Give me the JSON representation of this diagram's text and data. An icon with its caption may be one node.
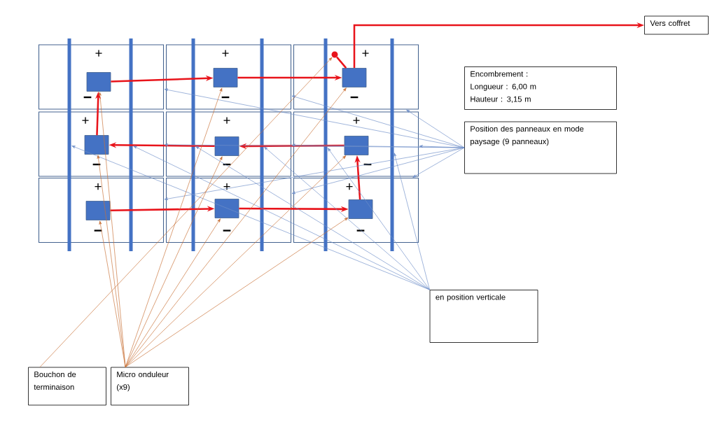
{
  "diagram": {
    "nodes": [
      {
        "text": [
          "+",
          "−"
        ]
      },
      {
        "text": [
          "+",
          "−"
        ]
      },
      {
        "text": [
          "+",
          "−"
        ]
      },
      {
        "text": [
          "+",
          "−"
        ]
      },
      {
        "text": [
          "+",
          "−"
        ]
      },
      {
        "text": [
          "+",
          "−"
        ]
      },
      {
        "text": [
          "+",
          "−"
        ]
      },
      {
        "text": [
          "+",
          "−"
        ]
      },
      {
        "text": [
          "+",
          "−"
        ]
      },
      {
        "text": [],
        "shape": "box",
        "in": 0
      },
      {
        "text": [],
        "shape": "box",
        "in": 1
      },
      {
        "text": [],
        "shape": "box",
        "in": 2
      },
      {
        "text": [],
        "shape": "box",
        "in": 3
      },
      {
        "text": [],
        "shape": "box",
        "in": 4
      },
      {
        "text": [],
        "shape": "box",
        "in": 5
      },
      {
        "text": [],
        "shape": "box",
        "in": 6
      },
      {
        "text": [],
        "shape": "box",
        "in": 7
      },
      {
        "text": [],
        "shape": "box",
        "in": 8
      },
      {
        "text": [],
        "shape": "bar"
      },
      {
        "text": [],
        "shape": "bar"
      },
      {
        "text": [],
        "shape": "bar"
      },
      {
        "text": [],
        "shape": "bar"
      },
      {
        "text": [],
        "shape": "bar"
      },
      {
        "text": [],
        "shape": "bar"
      },
      {
        "text": [],
        "shape": "circle",
        "in": 2
      },
      {
        "text": [
          "Vers coffret"
        ]
      },
      {
        "text": [
          "Encombrement :",
          "Longueur : 6,00 m",
          "Hauteur : 3,15 m"
        ]
      },
      {
        "text": [
          "Position des panneaux en mode paysage (9 panneaux)"
        ]
      },
      {
        "text": [
          "en position verticale"
        ]
      },
      {
        "text": [
          "Bouchon de terminaison"
        ]
      },
      {
        "text": [
          "Micro onduleur (x9)"
        ]
      }
    ],
    "edges": [
      {
        "from": 15,
        "to": 16,
        "arrow": "to",
        "style": "thick",
        "color": "#e8141b"
      },
      {
        "from": 16,
        "to": 17,
        "arrow": "to",
        "style": "thick",
        "color": "#e8141b"
      },
      {
        "from": 17,
        "to": 14,
        "arrow": "to",
        "style": "thick",
        "color": "#e8141b"
      },
      {
        "from": 14,
        "to": 13,
        "arrow": "to",
        "style": "thick",
        "color": "#e8141b"
      },
      {
        "from": 13,
        "to": 12,
        "arrow": "to",
        "style": "thick",
        "color": "#e8141b"
      },
      {
        "from": 12,
        "to": 9,
        "arrow": "to",
        "style": "thick",
        "color": "#e8141b"
      },
      {
        "from": 9,
        "to": 10,
        "arrow": "to",
        "style": "thick",
        "color": "#e8141b"
      },
      {
        "from": 10,
        "to": 11,
        "arrow": "to",
        "style": "thick",
        "color": "#e8141b"
      },
      {
        "from": 11,
        "to": 25,
        "arrow": "to",
        "style": "thick",
        "color": "#e8141b"
      },
      {
        "from": 24,
        "to": 11,
        "arrow": "none",
        "style": "thick",
        "color": "#e8141b"
      },
      {
        "from": 27,
        "to": 0,
        "arrow": "to",
        "color": "#6f8fc8"
      },
      {
        "from": 27,
        "to": 1,
        "arrow": "to",
        "color": "#6f8fc8"
      },
      {
        "from": 27,
        "to": 2,
        "arrow": "to",
        "color": "#6f8fc8"
      },
      {
        "from": 27,
        "to": 3,
        "arrow": "to",
        "color": "#6f8fc8"
      },
      {
        "from": 27,
        "to": 4,
        "arrow": "to",
        "color": "#6f8fc8"
      },
      {
        "from": 27,
        "to": 5,
        "arrow": "to",
        "color": "#6f8fc8"
      },
      {
        "from": 27,
        "to": 6,
        "arrow": "to",
        "color": "#6f8fc8"
      },
      {
        "from": 27,
        "to": 7,
        "arrow": "to",
        "color": "#6f8fc8"
      },
      {
        "from": 27,
        "to": 8,
        "arrow": "to",
        "color": "#6f8fc8"
      },
      {
        "from": 28,
        "to": 18,
        "arrow": "to",
        "color": "#6f8fc8"
      },
      {
        "from": 28,
        "to": 19,
        "arrow": "to",
        "color": "#6f8fc8"
      },
      {
        "from": 28,
        "to": 20,
        "arrow": "to",
        "color": "#6f8fc8"
      },
      {
        "from": 28,
        "to": 21,
        "arrow": "to",
        "color": "#6f8fc8"
      },
      {
        "from": 28,
        "to": 22,
        "arrow": "to",
        "color": "#6f8fc8"
      },
      {
        "from": 28,
        "to": 23,
        "arrow": "to",
        "color": "#6f8fc8"
      },
      {
        "from": 29,
        "to": 24,
        "arrow": "to",
        "color": "#c87137"
      },
      {
        "from": 30,
        "to": 9,
        "arrow": "to",
        "color": "#c87137"
      },
      {
        "from": 30,
        "to": 10,
        "arrow": "to",
        "color": "#c87137"
      },
      {
        "from": 30,
        "to": 11,
        "arrow": "to",
        "color": "#c87137"
      },
      {
        "from": 30,
        "to": 12,
        "arrow": "to",
        "color": "#c87137"
      },
      {
        "from": 30,
        "to": 13,
        "arrow": "to",
        "color": "#c87137"
      },
      {
        "from": 30,
        "to": 14,
        "arrow": "to",
        "color": "#c87137"
      },
      {
        "from": 30,
        "to": 15,
        "arrow": "to",
        "color": "#c87137"
      },
      {
        "from": 30,
        "to": 16,
        "arrow": "to",
        "color": "#c87137"
      },
      {
        "from": 30,
        "to": 17,
        "arrow": "to",
        "color": "#c87137"
      }
    ]
  }
}
